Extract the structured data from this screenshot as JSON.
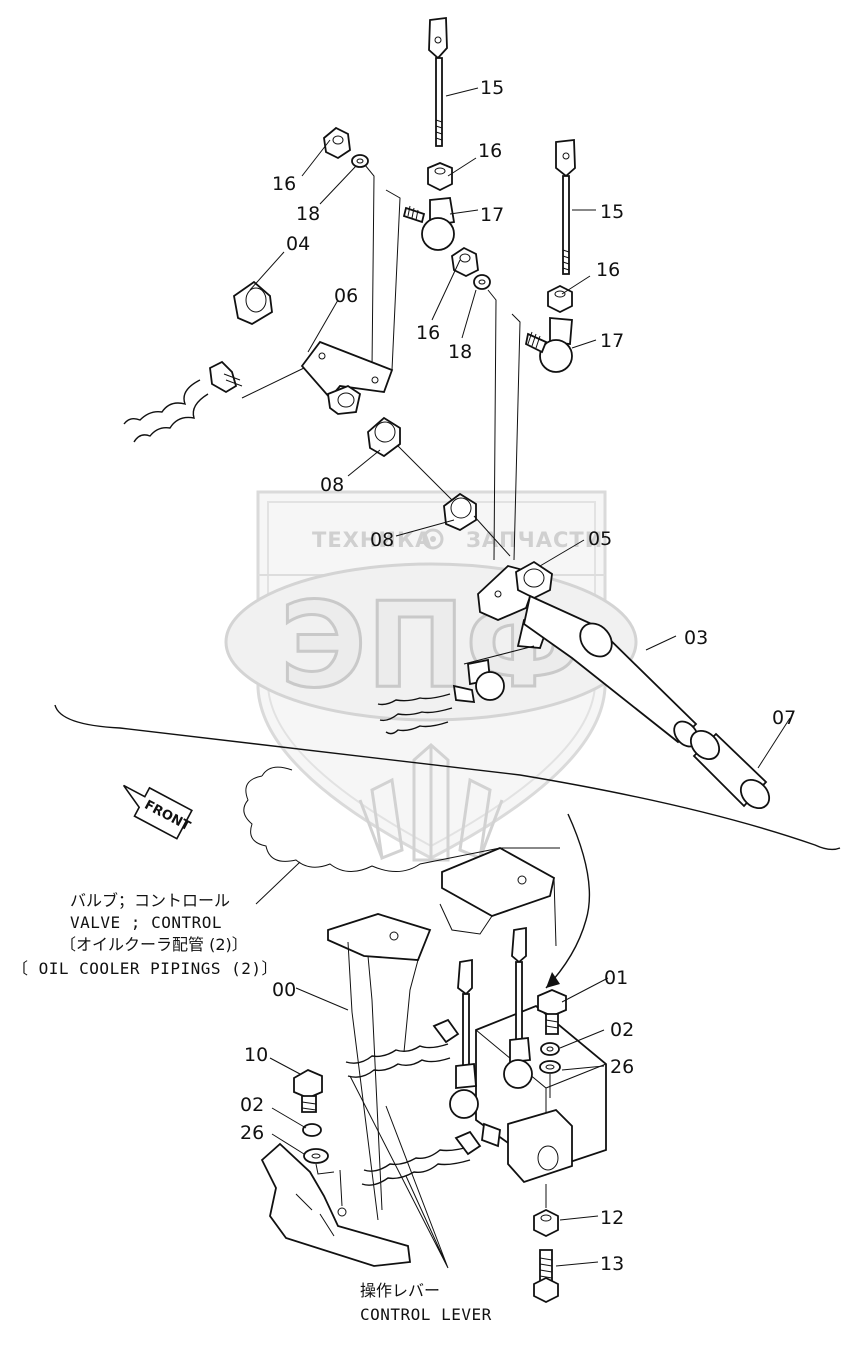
{
  "watermark": {
    "brand_left": "ТЕХНИКА",
    "brand_right": "ЗАПЧАСТИ",
    "logo_letters": "ЭПФ"
  },
  "direction_marker": {
    "label": "FRONT"
  },
  "part_numbers": {
    "p15a": "15",
    "p16a": "16",
    "p16b": "16",
    "p18a": "18",
    "p17a": "17",
    "p15b": "15",
    "p04": "04",
    "p06": "06",
    "p16c": "16",
    "p16d": "16",
    "p18b": "18",
    "p17b": "17",
    "p08a": "08",
    "p08b": "08",
    "p05": "05",
    "p03": "03",
    "p07": "07",
    "p00": "00",
    "p01": "01",
    "p02a": "02",
    "p26a": "26",
    "p10": "10",
    "p02b": "02",
    "p26b": "26",
    "p12": "12",
    "p13": "13"
  },
  "captions": {
    "valve_jp": "バルブ；コントロール",
    "valve_en": "VALVE ; CONTROL",
    "cooler_jp": "〔オイルクーラ配管 (2)〕",
    "cooler_en": "〔 OIL  COOLER  PIPINGS (2)〕",
    "lever_jp": "操作レバー",
    "lever_en": "CONTROL  LEVER"
  }
}
